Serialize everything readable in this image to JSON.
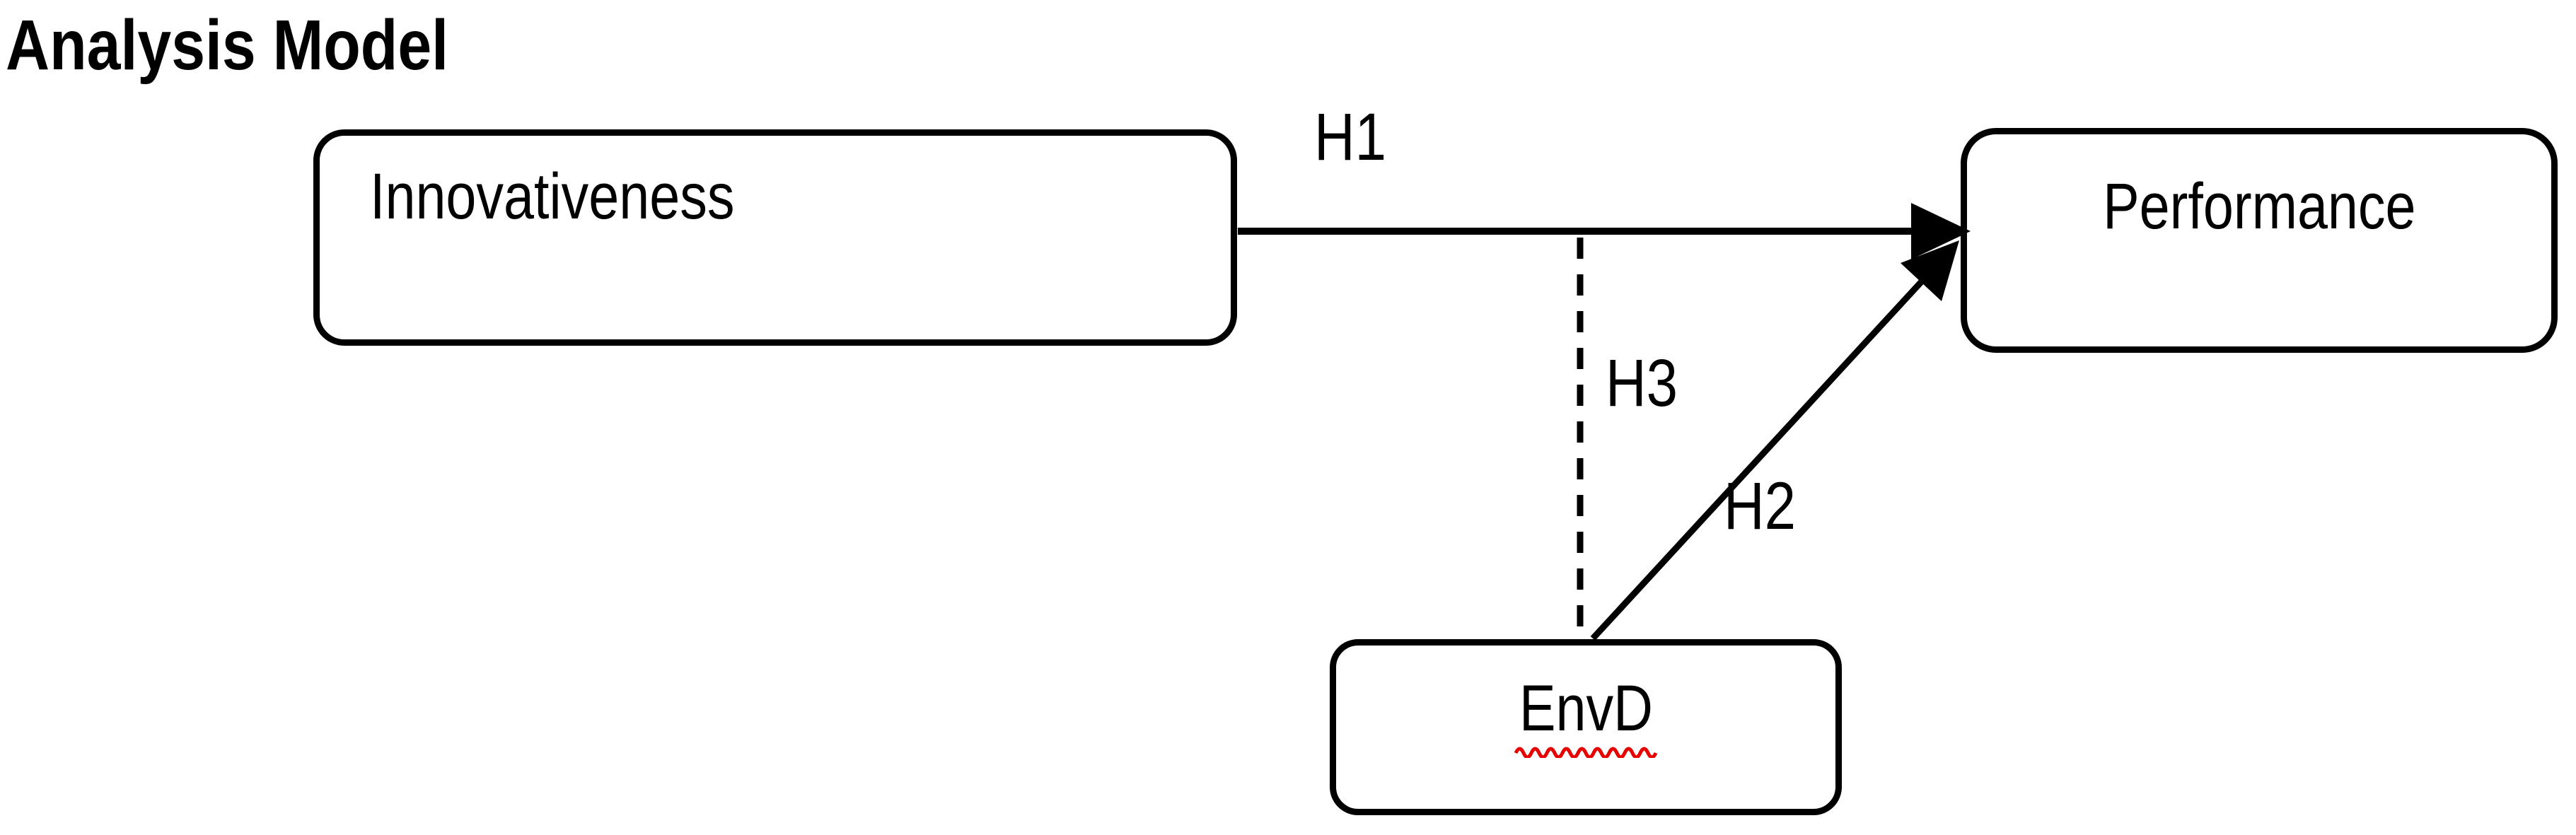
{
  "diagram": {
    "title": "Analysis Model",
    "nodes": [
      {
        "id": "innovativeness",
        "label": "Innovativeness",
        "shape": "rounded-rectangle"
      },
      {
        "id": "performance",
        "label": "Performance",
        "shape": "rounded-rectangle"
      },
      {
        "id": "envd",
        "label": "EnvD",
        "shape": "rounded-rectangle",
        "spellcheck_underline": true
      }
    ],
    "edges": [
      {
        "id": "h1",
        "label": "H1",
        "from": "innovativeness",
        "to": "performance",
        "style": "solid",
        "arrowhead": true
      },
      {
        "id": "h2",
        "label": "H2",
        "from": "envd",
        "to": "performance",
        "style": "solid",
        "arrowhead": true
      },
      {
        "id": "h3",
        "label": "H3",
        "from": "h1-connector",
        "to": "envd",
        "style": "dashed",
        "arrowhead": false
      }
    ],
    "colors": {
      "stroke": "#000000",
      "background": "#ffffff",
      "spellcheck_underline": "#e60000"
    }
  }
}
